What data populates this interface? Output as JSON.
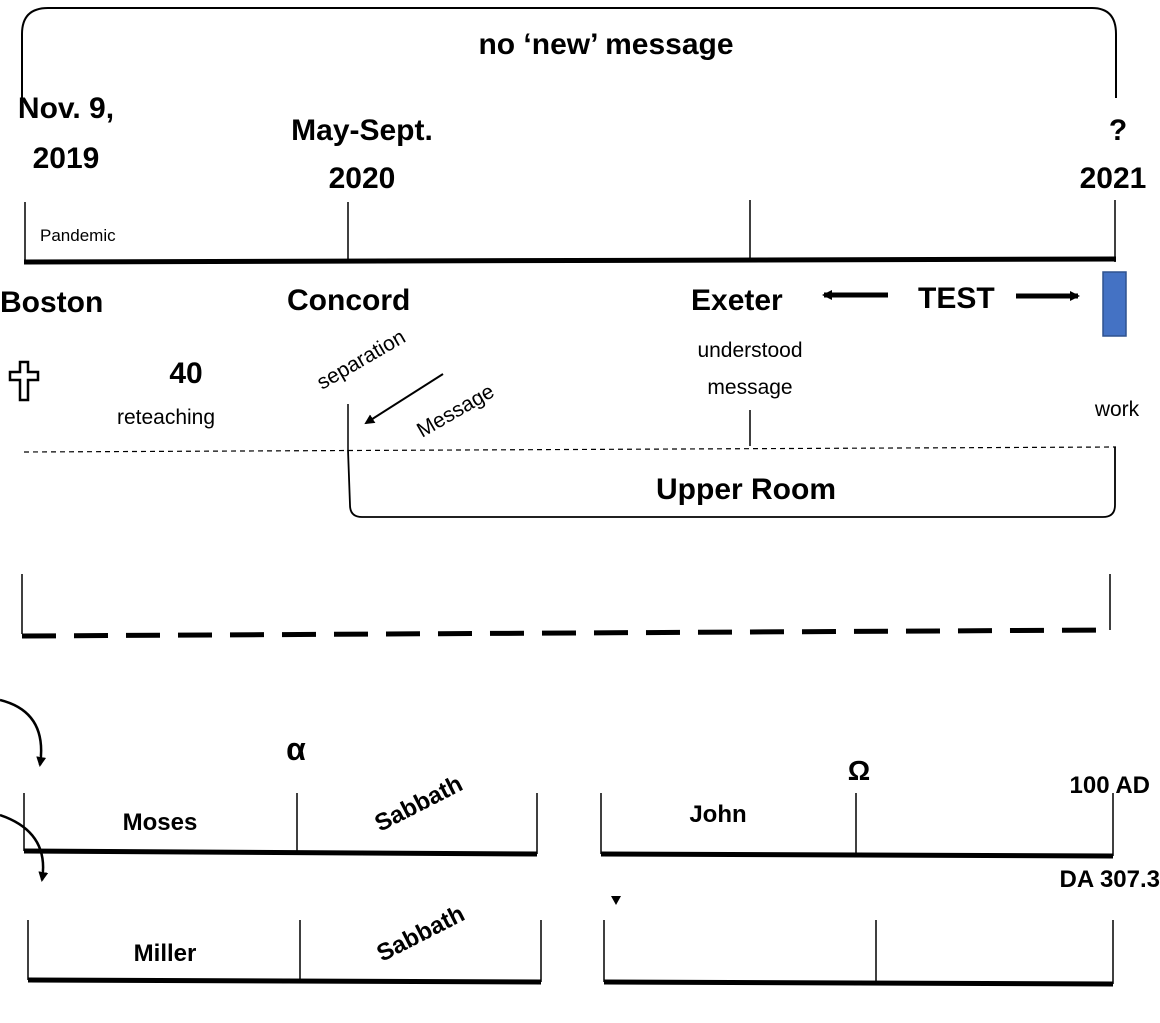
{
  "top": {
    "bracket_label": "no ‘new’ message",
    "date_start_line1": "Nov. 9,",
    "date_start_line2": "2019",
    "date_mid_line1": "May-Sept.",
    "date_mid_line2": "2020",
    "date_end_line1": "?",
    "date_end_line2": "2021",
    "pandemic": "Pandemic"
  },
  "places": {
    "boston": "Boston",
    "concord": "Concord",
    "exeter": "Exeter",
    "test": "TEST"
  },
  "notes": {
    "forty": "40",
    "reteaching": "reteaching",
    "separation": "separation",
    "message": "Message",
    "understood_line1": "understood",
    "understood_line2": "message",
    "work": "work",
    "upper_room": "Upper Room"
  },
  "lower": {
    "alpha": "α",
    "omega": "Ω",
    "year_100": "100 AD",
    "moses": "Moses",
    "sabbath1": "Sabbath",
    "john": "John",
    "ref": "DA 307.3",
    "miller": "Miller",
    "sabbath2": "Sabbath"
  },
  "colors": {
    "test_box": "#4472c4"
  }
}
